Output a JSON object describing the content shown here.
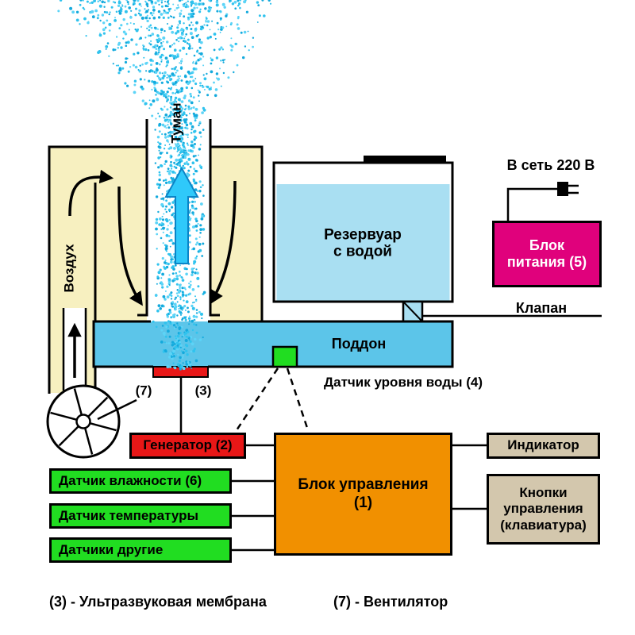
{
  "diagram": {
    "labels": {
      "mist_vertical": "Туман",
      "air_vertical": "Воздух",
      "reservoir": "Резервуар\nс водой",
      "tray": "Поддон",
      "valve": "Клапан",
      "mains": "В сеть 220 В",
      "power_supply": "Блок\nпитания (5)",
      "generator": "Генератор (2)",
      "water_level_sensor": "Датчик уровня воды (4)",
      "control_unit": "Блок управления\n(1)",
      "indicator": "Индикатор",
      "control_buttons": "Кнопки\nуправления\n(клавиатура)",
      "humidity_sensor": "Датчик влажности (6)",
      "temperature_sensor": "Датчик температуры",
      "other_sensors": "Датчики другие",
      "membrane_ref": "(3)",
      "fan_ref": "(7)",
      "legend_membrane": "(3) - Ультразвуковая мембрана",
      "legend_fan": "(7) - Вентилятор"
    },
    "colors": {
      "duct_yellow": "#f7f0c0",
      "tray_blue": "#5cc5e9",
      "water_blue": "#a9dff2",
      "sensor_green": "#21dd21",
      "membrane_red": "#e81717",
      "power_magenta": "#e0017c",
      "control_orange": "#f19000",
      "panel_tan": "#d3c7ad",
      "arrow_cyan": "#2fc9fa",
      "arrow_cyan_border": "#0c84c6",
      "mist_palette": [
        "#30c3ee",
        "#5cd4f7",
        "#14aadd"
      ]
    },
    "mist": {
      "count": 1650,
      "seed": 42
    }
  }
}
